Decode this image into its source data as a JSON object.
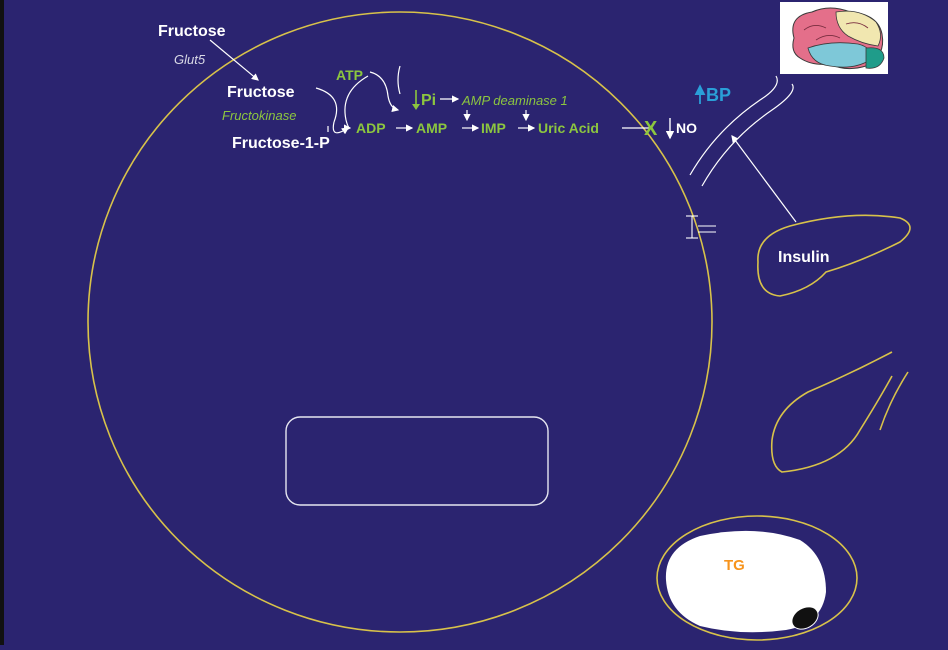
{
  "labels": {
    "fructose_outside": "Fructose",
    "glut5": "Glut5",
    "fructose_inside": "Fructose",
    "fructokinase": "Fructokinase",
    "fructose_1p": "Fructose-1-P",
    "atp": "ATP",
    "adp": "ADP",
    "pi": "Pi",
    "amp_deaminase": "AMP deaminase 1",
    "amp": "AMP",
    "imp": "IMP",
    "uric_acid": "Uric Acid",
    "x_block": "X",
    "no": "NO",
    "bp": "BP",
    "insulin": "Insulin",
    "tg": "TG"
  },
  "colors": {
    "background": "#2b2470",
    "pathway_green": "#8cc63f",
    "membrane_yellow": "#d8c24a",
    "bp_blue": "#2a9fd8",
    "tg_orange": "#f7941d"
  },
  "icons": {
    "brain": "brain-illustration",
    "pancreas": "pancreas-outline",
    "vessel": "blood-vessel",
    "fat_cell": "adipocyte-fat-droplet"
  }
}
